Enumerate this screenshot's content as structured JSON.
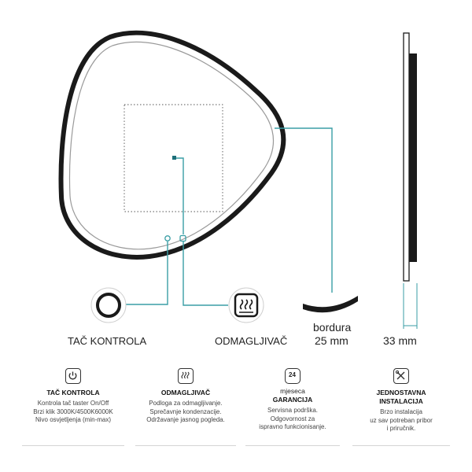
{
  "labels": {
    "touch_control": "TAČ KONTROLA",
    "defogger": "ODMAGLJIVAČ",
    "frame_label": "bordura",
    "frame_value": "25 mm",
    "depth_value": "33 mm"
  },
  "features": [
    {
      "icon": "power-icon",
      "title": "TAČ KONTROLA",
      "lines": [
        "Kontrola tač taster On/Off",
        "Brzi klik 3000K/4500K6000K",
        "Nivo osvjetljenja (min-max)"
      ]
    },
    {
      "icon": "defog-icon",
      "title": "ODMAGLJIVAČ",
      "lines": [
        "Podloga za odmagljivanje.",
        "Sprečavnje kondenzacije.",
        "Održavanje jasnog pogleda."
      ]
    },
    {
      "icon": "warranty-24-icon",
      "icon_text": "24",
      "pretitle": "mjeseca",
      "title": "GARANCIJA",
      "lines": [
        "Servisna podrška.",
        "Odgovornost za",
        "ispravno funkcionisanje."
      ]
    },
    {
      "icon": "tools-icon",
      "title_lines": [
        "JEDNOSTAVNA",
        "INSTALACIJA"
      ],
      "lines": [
        "Brzo instalacija",
        "uz sav potreban pribor",
        "i priručnik."
      ]
    }
  ],
  "colors": {
    "accent": "#3a9ea5",
    "frame": "#1a1a1a",
    "text": "#222222"
  }
}
